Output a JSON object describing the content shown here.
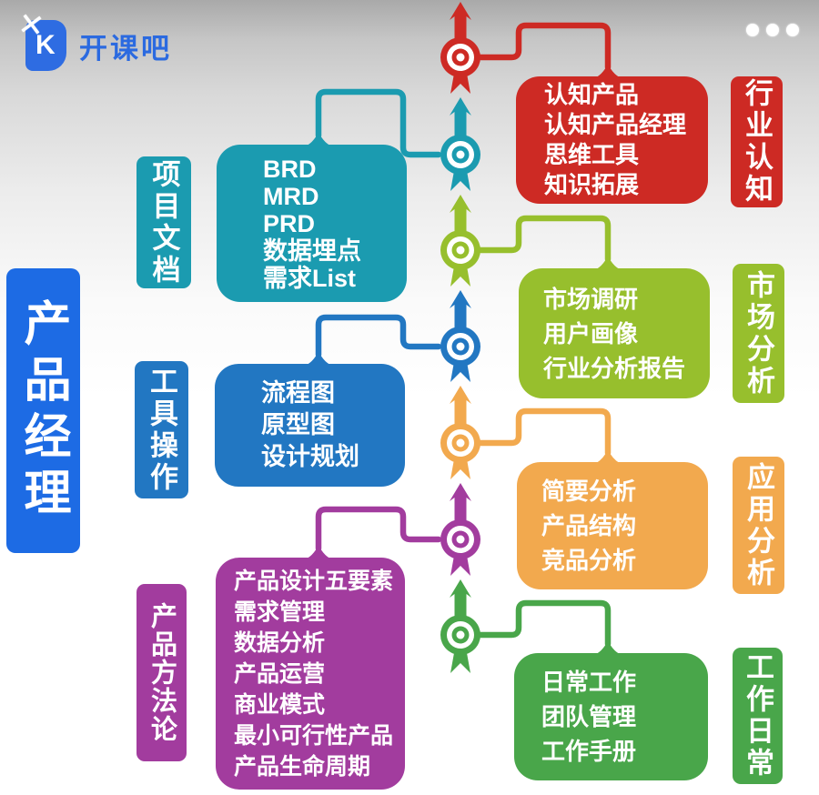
{
  "header": {
    "brand": "开课吧",
    "brand_color": "#2b6ae0",
    "logo_letter": "K",
    "logo_cross": "✕",
    "logo_color": "#2e6ce2",
    "menu_icon": "ellipsis-horizontal"
  },
  "diagram": {
    "root": {
      "text": "产品经理",
      "color": "#1d6be4"
    },
    "branches": [
      {
        "id": "industry",
        "side": "right",
        "color": "#cd2a24",
        "label": "行业认知",
        "lines": [
          "认知产品",
          "认知产品经理",
          "思维工具",
          "知识拓展"
        ]
      },
      {
        "id": "docs",
        "side": "left",
        "color": "#1b9bb0",
        "label": "项目文档",
        "lines": [
          "BRD",
          "MRD",
          "PRD",
          "数据埋点",
          "需求List"
        ]
      },
      {
        "id": "market",
        "side": "right",
        "color": "#97bf2d",
        "label": "市场分析",
        "lines": [
          "市场调研",
          "用户画像",
          "行业分析报告"
        ]
      },
      {
        "id": "tools",
        "side": "left",
        "color": "#2277c2",
        "label": "工具操作",
        "lines": [
          "流程图",
          "原型图",
          "设计规划"
        ]
      },
      {
        "id": "application",
        "side": "right",
        "color": "#f2a94e",
        "label": "应用分析",
        "lines": [
          "简要分析",
          "产品结构",
          "竞品分析"
        ]
      },
      {
        "id": "methodology",
        "side": "left",
        "color": "#a23c9e",
        "label": "产品方法论",
        "lines": [
          "产品设计五要素",
          "需求管理",
          "数据分析",
          "产品运营",
          "商业模式",
          "最小可行性产品",
          "产品生命周期"
        ]
      },
      {
        "id": "daily",
        "side": "right",
        "color": "#49a64a",
        "label": "工作日常",
        "lines": [
          "日常工作",
          "团队管理",
          "工作手册"
        ]
      }
    ]
  }
}
